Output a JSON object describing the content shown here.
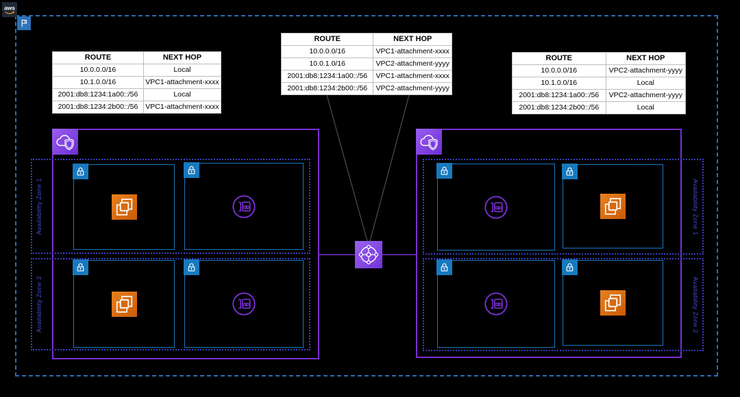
{
  "aws_logo": {
    "text": "aws"
  },
  "icons": {
    "flag": "flag-icon",
    "vpc": "vpc-cloud-shield-icon",
    "private_subnet": "lock-icon",
    "ec2_instances": "ec2-instances-icon",
    "network_interface": "network-interface-icon",
    "transit_gateway": "transit-gateway-icon"
  },
  "colors": {
    "background": "#000000",
    "region_border": "#2e6db4",
    "vpc_border": "#7b2fd4",
    "az_border": "#3e3dcb",
    "az_label": "#4348cf",
    "subnet_border": "#1879be",
    "subnet_badge": "#1879be",
    "ec2_orange": "#d2690e",
    "eni_purple": "#7b2fd4",
    "tgw_purple": "#7e46e2",
    "connector_gray": "#4d4d4d",
    "table_background": "#ffffff"
  },
  "route_tables": [
    {
      "id": "vpc1-route-table",
      "headers": [
        "ROUTE",
        "NEXT HOP"
      ],
      "rows": [
        [
          "10.0.0.0/16",
          "Local"
        ],
        [
          "10.1.0.0/16",
          "VPC1-attachment-xxxx"
        ],
        [
          "2001:db8:1234:1a00::/56",
          "Local"
        ],
        [
          "2001:db8:1234:2b00::/56",
          "VPC1-attachment-xxxx"
        ]
      ]
    },
    {
      "id": "transit-gateway-route-table",
      "headers": [
        "ROUTE",
        "NEXT HOP"
      ],
      "rows": [
        [
          "10.0.0.0/16",
          "VPC1-attachment-xxxx"
        ],
        [
          "10.0.1.0/16",
          "VPC2-attachment-yyyy"
        ],
        [
          "2001:db8:1234:1a00::/56",
          "VPC1-attachment-xxxx"
        ],
        [
          "2001:db8:1234:2b00::/56",
          "VPC2-attachment-yyyy"
        ]
      ]
    },
    {
      "id": "vpc2-route-table",
      "headers": [
        "ROUTE",
        "NEXT HOP"
      ],
      "rows": [
        [
          "10.0.0.0/16",
          "VPC2-attachment-yyyy"
        ],
        [
          "10.1.0.0/16",
          "Local"
        ],
        [
          "2001:db8:1234:1a00::/56",
          "VPC2-attachment-yyyy"
        ],
        [
          "2001:db8:1234:2b00::/56",
          "Local"
        ]
      ]
    }
  ],
  "vpcs": {
    "left": {
      "azs": [
        {
          "label": "Availability Zone 1"
        },
        {
          "label": "Availability Zone 2"
        }
      ]
    },
    "right": {
      "azs": [
        {
          "label": "Availability Zone 1"
        },
        {
          "label": "Availability Zone 2"
        }
      ]
    }
  }
}
